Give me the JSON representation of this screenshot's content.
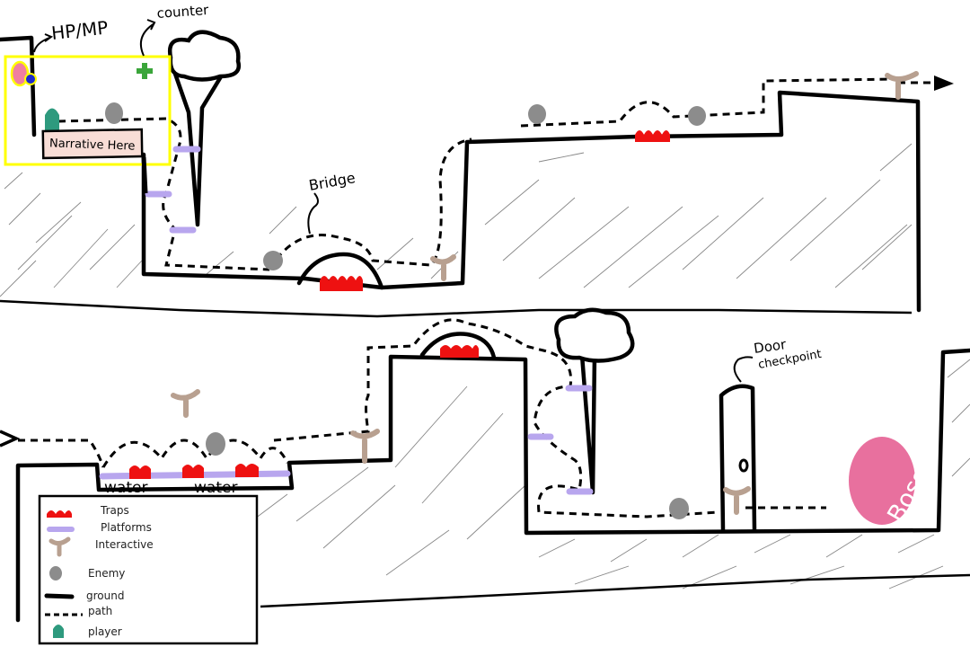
{
  "annotations": {
    "hp_mp": "HP/MP",
    "counter": "counter",
    "narrative": "Narrative Here",
    "bridge": "Bridge",
    "door_line1": "Door",
    "door_line2": "checkpoint",
    "water_1": "water",
    "water_2": "water",
    "boss": "Boss"
  },
  "legend": {
    "items": [
      {
        "label": "Traps",
        "icon": "trap-icon"
      },
      {
        "label": "Platforms",
        "icon": "platform-icon"
      },
      {
        "label": "Interactive",
        "icon": "interactive-icon"
      },
      {
        "label": "Enemy",
        "icon": "enemy-icon"
      },
      {
        "label": "ground",
        "icon": "ground-icon"
      },
      {
        "label": "path",
        "icon": "path-icon"
      },
      {
        "label": "player",
        "icon": "player-icon"
      }
    ]
  },
  "colors": {
    "trap": "#ee1111",
    "platform": "#b8a6ee",
    "interactive": "#b8a090",
    "enemy": "#8c8c8c",
    "player": "#2e9a7e",
    "boss": "#e8709e",
    "hud_frame": "#ffff00",
    "narrative_box": "#f8ddd6",
    "hp_mp_icon": "#f07fa0",
    "counter_icon": "#3aa53a"
  }
}
